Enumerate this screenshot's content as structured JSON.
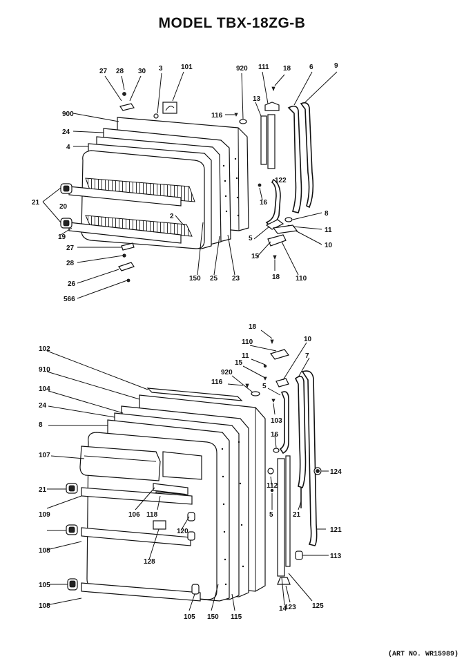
{
  "title": "MODEL TBX-18ZG-B",
  "art_number": "(ART NO. WR15989)",
  "upper_door_callouts": [
    "27",
    "28",
    "30",
    "3",
    "101",
    "920",
    "111",
    "18",
    "6",
    "9",
    "900",
    "116",
    "13",
    "24",
    "4",
    "122",
    "21",
    "20",
    "16",
    "8",
    "2",
    "5",
    "11",
    "10",
    "19",
    "27",
    "28",
    "15",
    "150",
    "25",
    "23",
    "26",
    "18",
    "110",
    "566"
  ],
  "lower_door_callouts": [
    "18",
    "110",
    "10",
    "102",
    "11",
    "7",
    "910",
    "920",
    "15",
    "116",
    "5",
    "104",
    "24",
    "103",
    "8",
    "107",
    "16",
    "124",
    "21",
    "112",
    "109",
    "106",
    "118",
    "5",
    "120",
    "21",
    "121",
    "108",
    "128",
    "113",
    "105",
    "108",
    "105",
    "150",
    "115",
    "14",
    "123",
    "125"
  ]
}
